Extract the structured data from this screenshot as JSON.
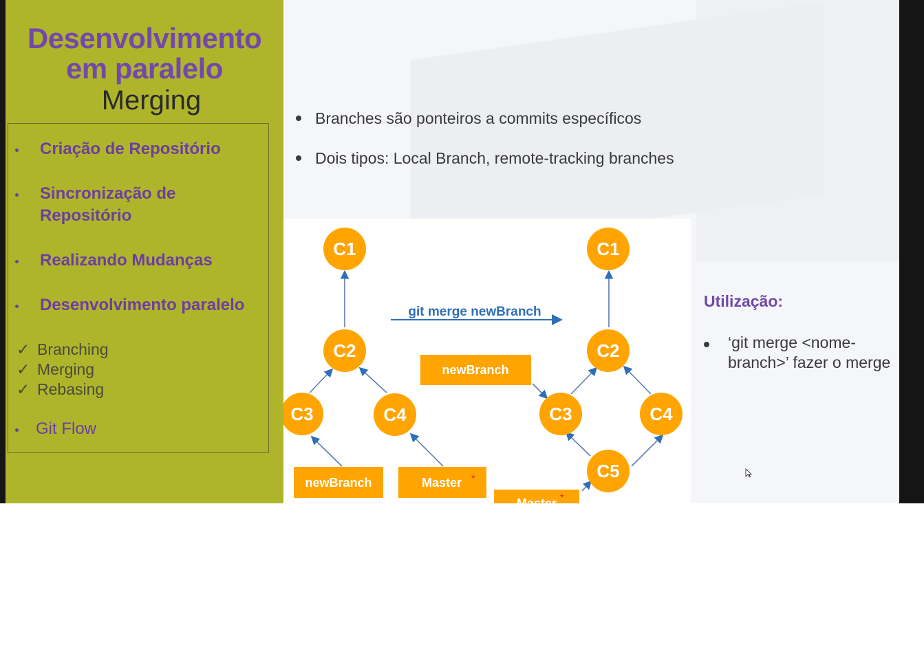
{
  "sidebar": {
    "title_line1": "Desenvolvimento",
    "title_line2": "em paralelo",
    "subtitle": "Merging",
    "items": [
      {
        "label": "Criação de Repositório"
      },
      {
        "label": "Sincronização de"
      },
      {
        "label": "Repositório"
      },
      {
        "label": "Realizando Mudanças"
      },
      {
        "label": "Desenvolvimento paralelo"
      }
    ],
    "checks": [
      "Branching",
      "Merging",
      "Rebasing"
    ],
    "last_item": "Git Flow",
    "check_icon": "✓"
  },
  "main": {
    "bullets": [
      "Branches são ponteiros a commits específicos",
      "Dois tipos: Local Branch, remote-tracking branches"
    ],
    "usage_title": "Utilização:",
    "usage_text_line1": "‘git merge <nome-",
    "usage_text_line2": "branch>’ fazer o merge"
  },
  "diagram": {
    "command": "git merge newBranch",
    "left_nodes": [
      "C1",
      "C2",
      "C3",
      "C4"
    ],
    "left_labels": [
      "newBranch",
      "Master"
    ],
    "right_nodes": [
      "C1",
      "C2",
      "C3",
      "C4",
      "C5"
    ],
    "right_labels": [
      "newBranch",
      "Master"
    ],
    "node_color": "#ffa400",
    "arrow_color": "#2f6fb8"
  },
  "colors": {
    "sidebar_bg": "#afb52a",
    "accent_purple": "#7448aa"
  }
}
